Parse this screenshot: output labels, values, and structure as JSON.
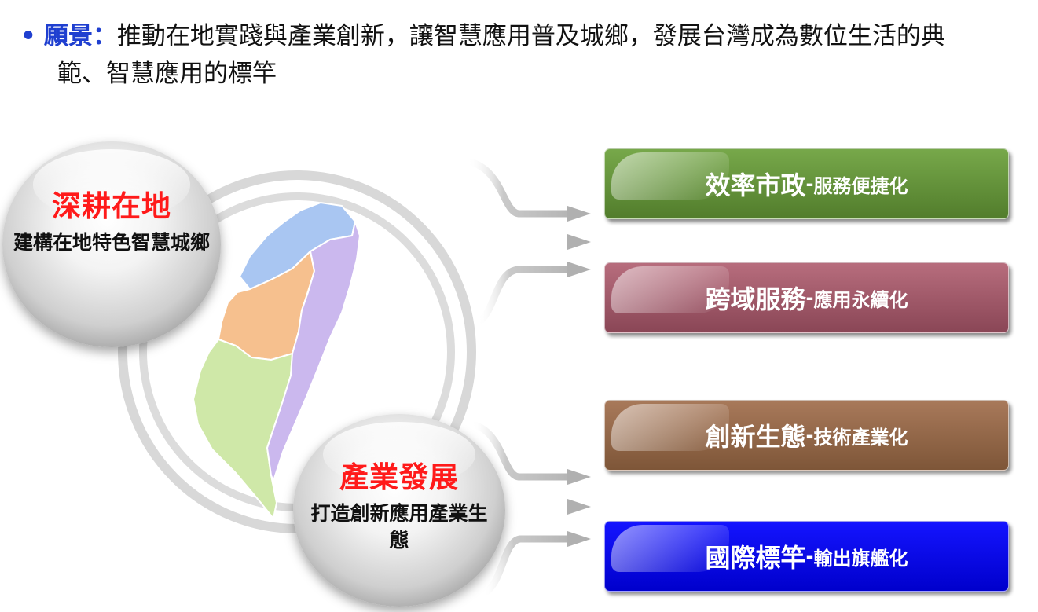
{
  "vision": {
    "bullet": "•",
    "label": "願景：",
    "line1": "推動在地實踐與產業創新，讓智慧應用普及城鄉，發展台灣成為數位生活的典",
    "line2": "範、智慧應用的標竿"
  },
  "sphere_local": {
    "title": "深耕在地",
    "subtitle": "建構在地特色智慧城鄉"
  },
  "sphere_industry": {
    "title": "產業發展",
    "subtitle": "打造創新應用產業生態"
  },
  "boxes": [
    {
      "main": "效率市政",
      "sep": "-",
      "tail": "服務便捷化",
      "color": "#6b9a3f"
    },
    {
      "main": "跨域服務",
      "sep": "-",
      "tail": "應用永續化",
      "color": "#a25d6d"
    },
    {
      "main": "創新生態",
      "sep": "-",
      "tail": "技術產業化",
      "color": "#966a4a"
    },
    {
      "main": "國際標竿",
      "sep": "-",
      "tail": "輸出旗艦化",
      "color": "#0a0aee"
    }
  ],
  "colors": {
    "accent_blue": "#1f3fd0",
    "sphere_title_red": "#ff1a1a",
    "map_north": "#a9c6f2",
    "map_central": "#f6c08e",
    "map_south": "#cfe8a8",
    "map_east": "#cbb8ee"
  },
  "icons": [
    "taiwan-map",
    "arrow-right"
  ]
}
